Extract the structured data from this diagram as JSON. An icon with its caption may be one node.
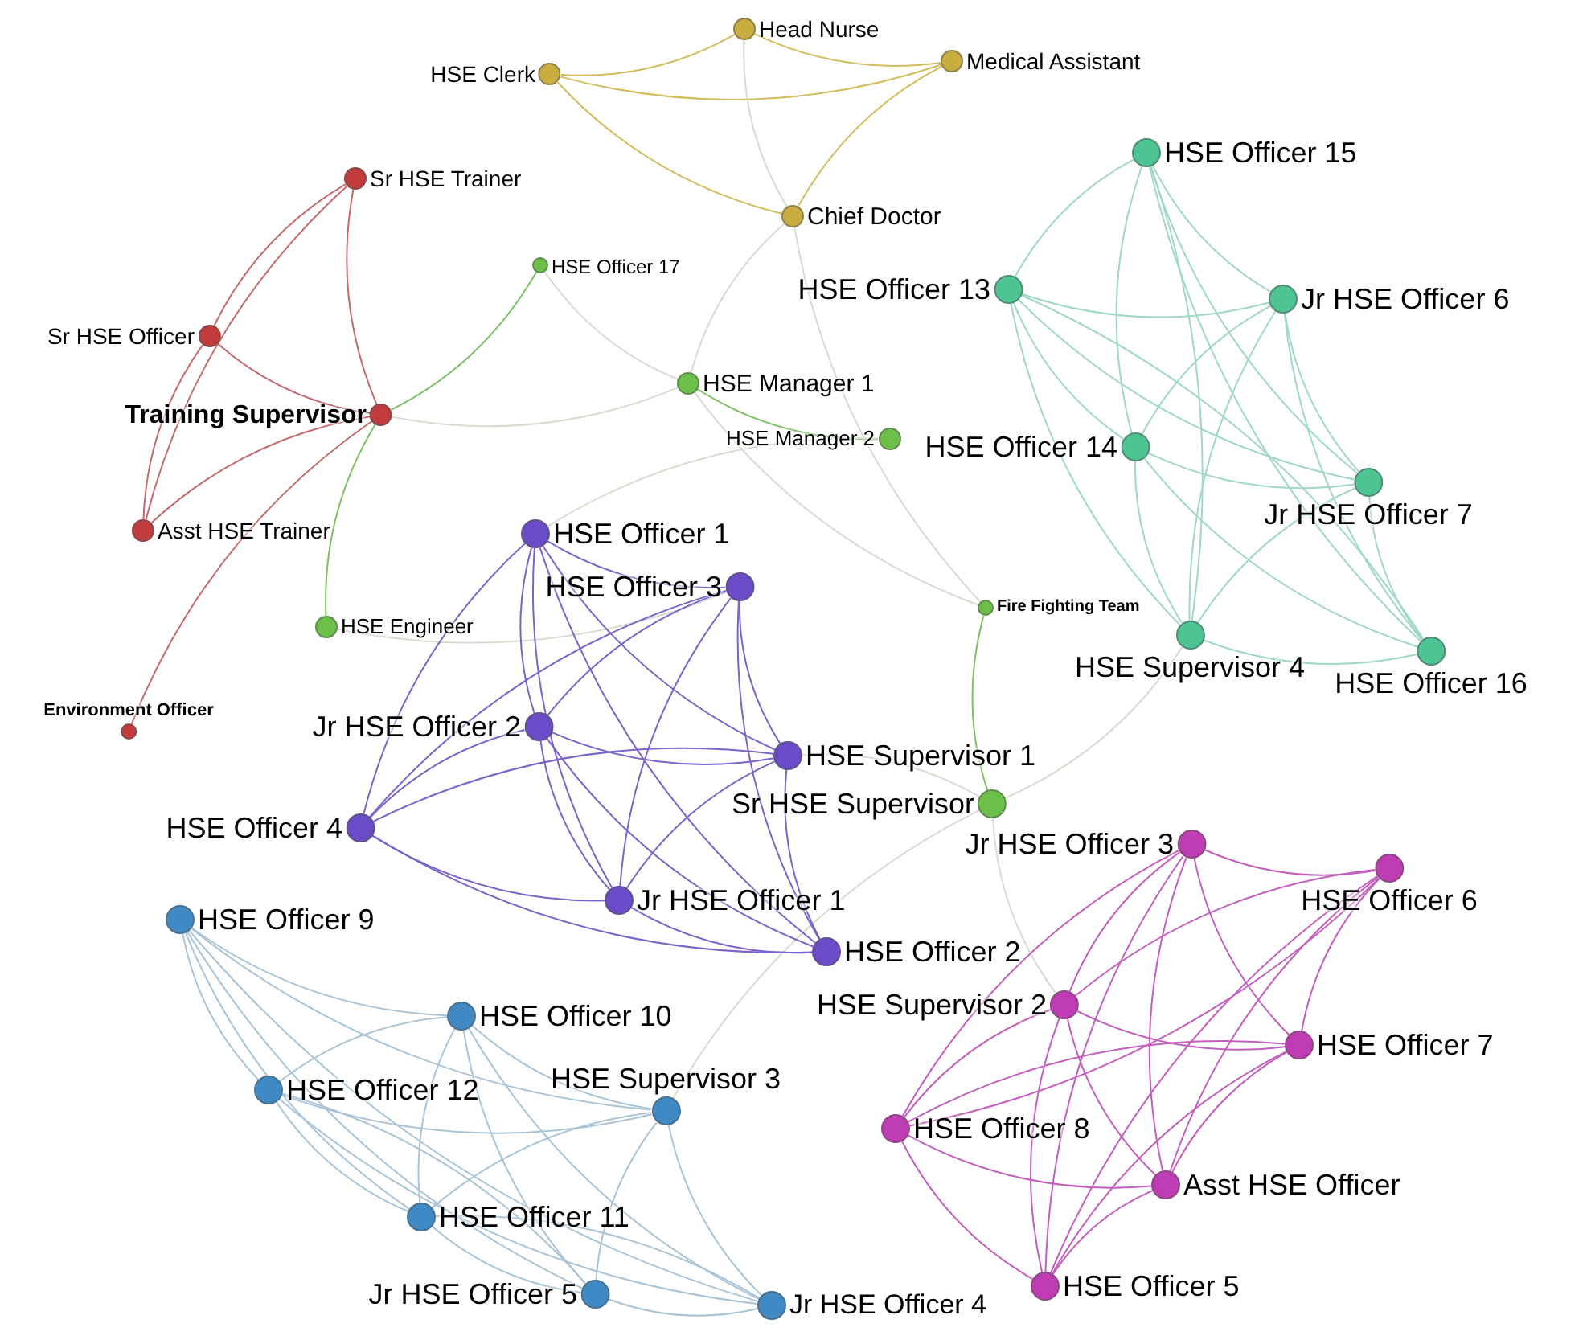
{
  "diagram": {
    "nodes": [
      {
        "text": [
          "HSE Clerk"
        ]
      },
      {
        "text": [
          "Head Nurse"
        ]
      },
      {
        "text": [
          "Medical Assistant"
        ]
      },
      {
        "text": [
          "Chief Doctor"
        ]
      },
      {
        "text": [
          "Sr HSE Trainer"
        ]
      },
      {
        "text": [
          "Sr HSE Officer"
        ]
      },
      {
        "text": [
          "Training Supervisor"
        ]
      },
      {
        "text": [
          "Asst HSE Trainer"
        ]
      },
      {
        "text": [
          "Environment Officer"
        ]
      },
      {
        "text": [
          "HSE Officer 17"
        ]
      },
      {
        "text": [
          "HSE Manager 1"
        ]
      },
      {
        "text": [
          "HSE Manager 2"
        ]
      },
      {
        "text": [
          "HSE Engineer"
        ]
      },
      {
        "text": [
          "Fire Fighting Team"
        ]
      },
      {
        "text": [
          "HSE Officer 15"
        ]
      },
      {
        "text": [
          "HSE Officer 13"
        ]
      },
      {
        "text": [
          "Jr HSE Officer 6"
        ]
      },
      {
        "text": [
          "HSE Officer 14"
        ]
      },
      {
        "text": [
          "Jr HSE Officer 7"
        ]
      },
      {
        "text": [
          "HSE Supervisor 4"
        ]
      },
      {
        "text": [
          "HSE Officer 16"
        ]
      },
      {
        "text": [
          "HSE Officer 1"
        ]
      },
      {
        "text": [
          "HSE Officer 3"
        ]
      },
      {
        "text": [
          "Jr HSE Officer 2"
        ]
      },
      {
        "text": [
          "HSE Supervisor 1"
        ]
      },
      {
        "text": [
          "HSE Officer 4"
        ]
      },
      {
        "text": [
          "Jr HSE Officer 1"
        ]
      },
      {
        "text": [
          "HSE Officer 2"
        ]
      },
      {
        "text": [
          "Sr HSE Supervisor"
        ]
      },
      {
        "text": [
          "Jr HSE Officer 3"
        ]
      },
      {
        "text": [
          "HSE Officer 6"
        ]
      },
      {
        "text": [
          "HSE Supervisor 2"
        ]
      },
      {
        "text": [
          "HSE Officer 7"
        ]
      },
      {
        "text": [
          "HSE Officer 8"
        ]
      },
      {
        "text": [
          "Asst HSE Officer"
        ]
      },
      {
        "text": [
          "HSE Officer 5"
        ]
      },
      {
        "text": [
          "HSE Officer 9"
        ]
      },
      {
        "text": [
          "HSE Officer 10"
        ]
      },
      {
        "text": [
          "HSE Officer 12"
        ]
      },
      {
        "text": [
          "HSE Supervisor 3"
        ]
      },
      {
        "text": [
          "HSE Officer 11"
        ]
      },
      {
        "text": [
          "Jr HSE Officer 5"
        ]
      },
      {
        "text": [
          "Jr HSE Officer 4"
        ]
      }
    ],
    "edges": [
      {
        "from": 0,
        "to": 1,
        "arrow": "none",
        "color": "#d2bd5e"
      },
      {
        "from": 0,
        "to": 2,
        "arrow": "none",
        "color": "#d2bd5e"
      },
      {
        "from": 0,
        "to": 3,
        "arrow": "none",
        "color": "#d2bd5e"
      },
      {
        "from": 1,
        "to": 2,
        "arrow": "none",
        "color": "#d2bd5e"
      },
      {
        "from": 2,
        "to": 3,
        "arrow": "none",
        "color": "#d2bd5e"
      },
      {
        "from": 1,
        "to": 3,
        "arrow": "none",
        "color": "#d6dccf"
      },
      {
        "from": 3,
        "to": 10,
        "arrow": "none",
        "color": "#d6dccf"
      },
      {
        "from": 3,
        "to": 13,
        "arrow": "none",
        "color": "#d6dccf"
      },
      {
        "from": 4,
        "to": 5,
        "arrow": "none",
        "color": "#c46a6c"
      },
      {
        "from": 4,
        "to": 6,
        "arrow": "none",
        "color": "#c46a6c"
      },
      {
        "from": 4,
        "to": 7,
        "arrow": "none",
        "color": "#c46a6c"
      },
      {
        "from": 5,
        "to": 6,
        "arrow": "none",
        "color": "#c46a6c"
      },
      {
        "from": 5,
        "to": 7,
        "arrow": "none",
        "color": "#c46a6c"
      },
      {
        "from": 6,
        "to": 7,
        "arrow": "none",
        "color": "#c46a6c"
      },
      {
        "from": 6,
        "to": 8,
        "arrow": "none",
        "color": "#c46a6c"
      },
      {
        "from": 6,
        "to": 9,
        "arrow": "none",
        "color": "#7cc067"
      },
      {
        "from": 6,
        "to": 12,
        "arrow": "none",
        "color": "#7cc067"
      },
      {
        "from": 6,
        "to": 10,
        "arrow": "none",
        "color": "#d6dccf"
      },
      {
        "from": 9,
        "to": 10,
        "arrow": "none",
        "color": "#d6dccf"
      },
      {
        "from": 10,
        "to": 11,
        "arrow": "none",
        "color": "#7cc067"
      },
      {
        "from": 10,
        "to": 13,
        "arrow": "none",
        "color": "#d6dccf"
      },
      {
        "from": 11,
        "to": 21,
        "arrow": "none",
        "color": "#d6dccf"
      },
      {
        "from": 12,
        "to": 22,
        "arrow": "none",
        "color": "#d6dccf"
      },
      {
        "from": 13,
        "to": 28,
        "arrow": "none",
        "color": "#7cc067"
      },
      {
        "from": 28,
        "to": 24,
        "arrow": "none",
        "color": "#d6dccf"
      },
      {
        "from": 28,
        "to": 31,
        "arrow": "none",
        "color": "#d6dccf"
      },
      {
        "from": 28,
        "to": 39,
        "arrow": "none",
        "color": "#d6dccf"
      },
      {
        "from": 28,
        "to": 19,
        "arrow": "none",
        "color": "#d6dccf"
      },
      {
        "from": 14,
        "to": 15,
        "arrow": "none",
        "color": "#9fd8c4"
      },
      {
        "from": 14,
        "to": 16,
        "arrow": "none",
        "color": "#9fd8c4"
      },
      {
        "from": 14,
        "to": 17,
        "arrow": "none",
        "color": "#9fd8c4"
      },
      {
        "from": 14,
        "to": 18,
        "arrow": "none",
        "color": "#9fd8c4"
      },
      {
        "from": 14,
        "to": 19,
        "arrow": "none",
        "color": "#9fd8c4"
      },
      {
        "from": 14,
        "to": 20,
        "arrow": "none",
        "color": "#9fd8c4"
      },
      {
        "from": 15,
        "to": 16,
        "arrow": "none",
        "color": "#9fd8c4"
      },
      {
        "from": 15,
        "to": 17,
        "arrow": "none",
        "color": "#9fd8c4"
      },
      {
        "from": 15,
        "to": 18,
        "arrow": "none",
        "color": "#9fd8c4"
      },
      {
        "from": 15,
        "to": 19,
        "arrow": "none",
        "color": "#9fd8c4"
      },
      {
        "from": 15,
        "to": 20,
        "arrow": "none",
        "color": "#9fd8c4"
      },
      {
        "from": 16,
        "to": 17,
        "arrow": "none",
        "color": "#9fd8c4"
      },
      {
        "from": 16,
        "to": 18,
        "arrow": "none",
        "color": "#9fd8c4"
      },
      {
        "from": 16,
        "to": 19,
        "arrow": "none",
        "color": "#9fd8c4"
      },
      {
        "from": 16,
        "to": 20,
        "arrow": "none",
        "color": "#9fd8c4"
      },
      {
        "from": 17,
        "to": 18,
        "arrow": "none",
        "color": "#9fd8c4"
      },
      {
        "from": 17,
        "to": 19,
        "arrow": "none",
        "color": "#9fd8c4"
      },
      {
        "from": 17,
        "to": 20,
        "arrow": "none",
        "color": "#9fd8c4"
      },
      {
        "from": 18,
        "to": 19,
        "arrow": "none",
        "color": "#9fd8c4"
      },
      {
        "from": 18,
        "to": 20,
        "arrow": "none",
        "color": "#9fd8c4"
      },
      {
        "from": 19,
        "to": 20,
        "arrow": "none",
        "color": "#9fd8c4"
      },
      {
        "from": 21,
        "to": 22,
        "arrow": "none",
        "color": "#7b63c9"
      },
      {
        "from": 21,
        "to": 23,
        "arrow": "none",
        "color": "#7b63c9"
      },
      {
        "from": 21,
        "to": 24,
        "arrow": "none",
        "color": "#7b63c9"
      },
      {
        "from": 21,
        "to": 25,
        "arrow": "none",
        "color": "#7b63c9"
      },
      {
        "from": 21,
        "to": 26,
        "arrow": "none",
        "color": "#7b63c9"
      },
      {
        "from": 21,
        "to": 27,
        "arrow": "none",
        "color": "#7b63c9"
      },
      {
        "from": 22,
        "to": 23,
        "arrow": "none",
        "color": "#7b63c9"
      },
      {
        "from": 22,
        "to": 24,
        "arrow": "none",
        "color": "#7b63c9"
      },
      {
        "from": 22,
        "to": 25,
        "arrow": "none",
        "color": "#7b63c9"
      },
      {
        "from": 22,
        "to": 26,
        "arrow": "none",
        "color": "#7b63c9"
      },
      {
        "from": 22,
        "to": 27,
        "arrow": "none",
        "color": "#7b63c9"
      },
      {
        "from": 23,
        "to": 24,
        "arrow": "none",
        "color": "#7b63c9"
      },
      {
        "from": 23,
        "to": 25,
        "arrow": "none",
        "color": "#7b63c9"
      },
      {
        "from": 23,
        "to": 26,
        "arrow": "none",
        "color": "#7b63c9"
      },
      {
        "from": 23,
        "to": 27,
        "arrow": "none",
        "color": "#7b63c9"
      },
      {
        "from": 24,
        "to": 25,
        "arrow": "none",
        "color": "#7b63c9"
      },
      {
        "from": 24,
        "to": 26,
        "arrow": "none",
        "color": "#7b63c9"
      },
      {
        "from": 24,
        "to": 27,
        "arrow": "none",
        "color": "#7b63c9"
      },
      {
        "from": 25,
        "to": 26,
        "arrow": "none",
        "color": "#7b63c9"
      },
      {
        "from": 25,
        "to": 27,
        "arrow": "none",
        "color": "#7b63c9"
      },
      {
        "from": 26,
        "to": 27,
        "arrow": "none",
        "color": "#7b63c9"
      },
      {
        "from": 29,
        "to": 30,
        "arrow": "none",
        "color": "#c45ebd"
      },
      {
        "from": 29,
        "to": 31,
        "arrow": "none",
        "color": "#c45ebd"
      },
      {
        "from": 29,
        "to": 32,
        "arrow": "none",
        "color": "#c45ebd"
      },
      {
        "from": 29,
        "to": 33,
        "arrow": "none",
        "color": "#c45ebd"
      },
      {
        "from": 29,
        "to": 34,
        "arrow": "none",
        "color": "#c45ebd"
      },
      {
        "from": 29,
        "to": 35,
        "arrow": "none",
        "color": "#c45ebd"
      },
      {
        "from": 30,
        "to": 31,
        "arrow": "none",
        "color": "#c45ebd"
      },
      {
        "from": 30,
        "to": 32,
        "arrow": "none",
        "color": "#c45ebd"
      },
      {
        "from": 30,
        "to": 33,
        "arrow": "none",
        "color": "#c45ebd"
      },
      {
        "from": 30,
        "to": 34,
        "arrow": "none",
        "color": "#c45ebd"
      },
      {
        "from": 30,
        "to": 35,
        "arrow": "none",
        "color": "#c45ebd"
      },
      {
        "from": 31,
        "to": 32,
        "arrow": "none",
        "color": "#c45ebd"
      },
      {
        "from": 31,
        "to": 33,
        "arrow": "none",
        "color": "#c45ebd"
      },
      {
        "from": 31,
        "to": 34,
        "arrow": "none",
        "color": "#c45ebd"
      },
      {
        "from": 31,
        "to": 35,
        "arrow": "none",
        "color": "#c45ebd"
      },
      {
        "from": 32,
        "to": 33,
        "arrow": "none",
        "color": "#c45ebd"
      },
      {
        "from": 32,
        "to": 34,
        "arrow": "none",
        "color": "#c45ebd"
      },
      {
        "from": 32,
        "to": 35,
        "arrow": "none",
        "color": "#c45ebd"
      },
      {
        "from": 33,
        "to": 34,
        "arrow": "none",
        "color": "#c45ebd"
      },
      {
        "from": 33,
        "to": 35,
        "arrow": "none",
        "color": "#c45ebd"
      },
      {
        "from": 34,
        "to": 35,
        "arrow": "none",
        "color": "#c45ebd"
      },
      {
        "from": 36,
        "to": 37,
        "arrow": "none",
        "color": "#a9c3d6"
      },
      {
        "from": 36,
        "to": 38,
        "arrow": "none",
        "color": "#a9c3d6"
      },
      {
        "from": 36,
        "to": 39,
        "arrow": "none",
        "color": "#a9c3d6"
      },
      {
        "from": 36,
        "to": 40,
        "arrow": "none",
        "color": "#a9c3d6"
      },
      {
        "from": 36,
        "to": 41,
        "arrow": "none",
        "color": "#a9c3d6"
      },
      {
        "from": 36,
        "to": 42,
        "arrow": "none",
        "color": "#a9c3d6"
      },
      {
        "from": 37,
        "to": 38,
        "arrow": "none",
        "color": "#a9c3d6"
      },
      {
        "from": 37,
        "to": 39,
        "arrow": "none",
        "color": "#a9c3d6"
      },
      {
        "from": 37,
        "to": 40,
        "arrow": "none",
        "color": "#a9c3d6"
      },
      {
        "from": 37,
        "to": 41,
        "arrow": "none",
        "color": "#a9c3d6"
      },
      {
        "from": 37,
        "to": 42,
        "arrow": "none",
        "color": "#a9c3d6"
      },
      {
        "from": 38,
        "to": 39,
        "arrow": "none",
        "color": "#a9c3d6"
      },
      {
        "from": 38,
        "to": 40,
        "arrow": "none",
        "color": "#a9c3d6"
      },
      {
        "from": 38,
        "to": 41,
        "arrow": "none",
        "color": "#a9c3d6"
      },
      {
        "from": 38,
        "to": 42,
        "arrow": "none",
        "color": "#a9c3d6"
      },
      {
        "from": 39,
        "to": 40,
        "arrow": "none",
        "color": "#a9c3d6"
      },
      {
        "from": 39,
        "to": 41,
        "arrow": "none",
        "color": "#a9c3d6"
      },
      {
        "from": 39,
        "to": 42,
        "arrow": "none",
        "color": "#a9c3d6"
      },
      {
        "from": 40,
        "to": 41,
        "arrow": "none",
        "color": "#a9c3d6"
      },
      {
        "from": 40,
        "to": 42,
        "arrow": "none",
        "color": "#a9c3d6"
      },
      {
        "from": 41,
        "to": 42,
        "arrow": "none",
        "color": "#a9c3d6"
      }
    ]
  }
}
